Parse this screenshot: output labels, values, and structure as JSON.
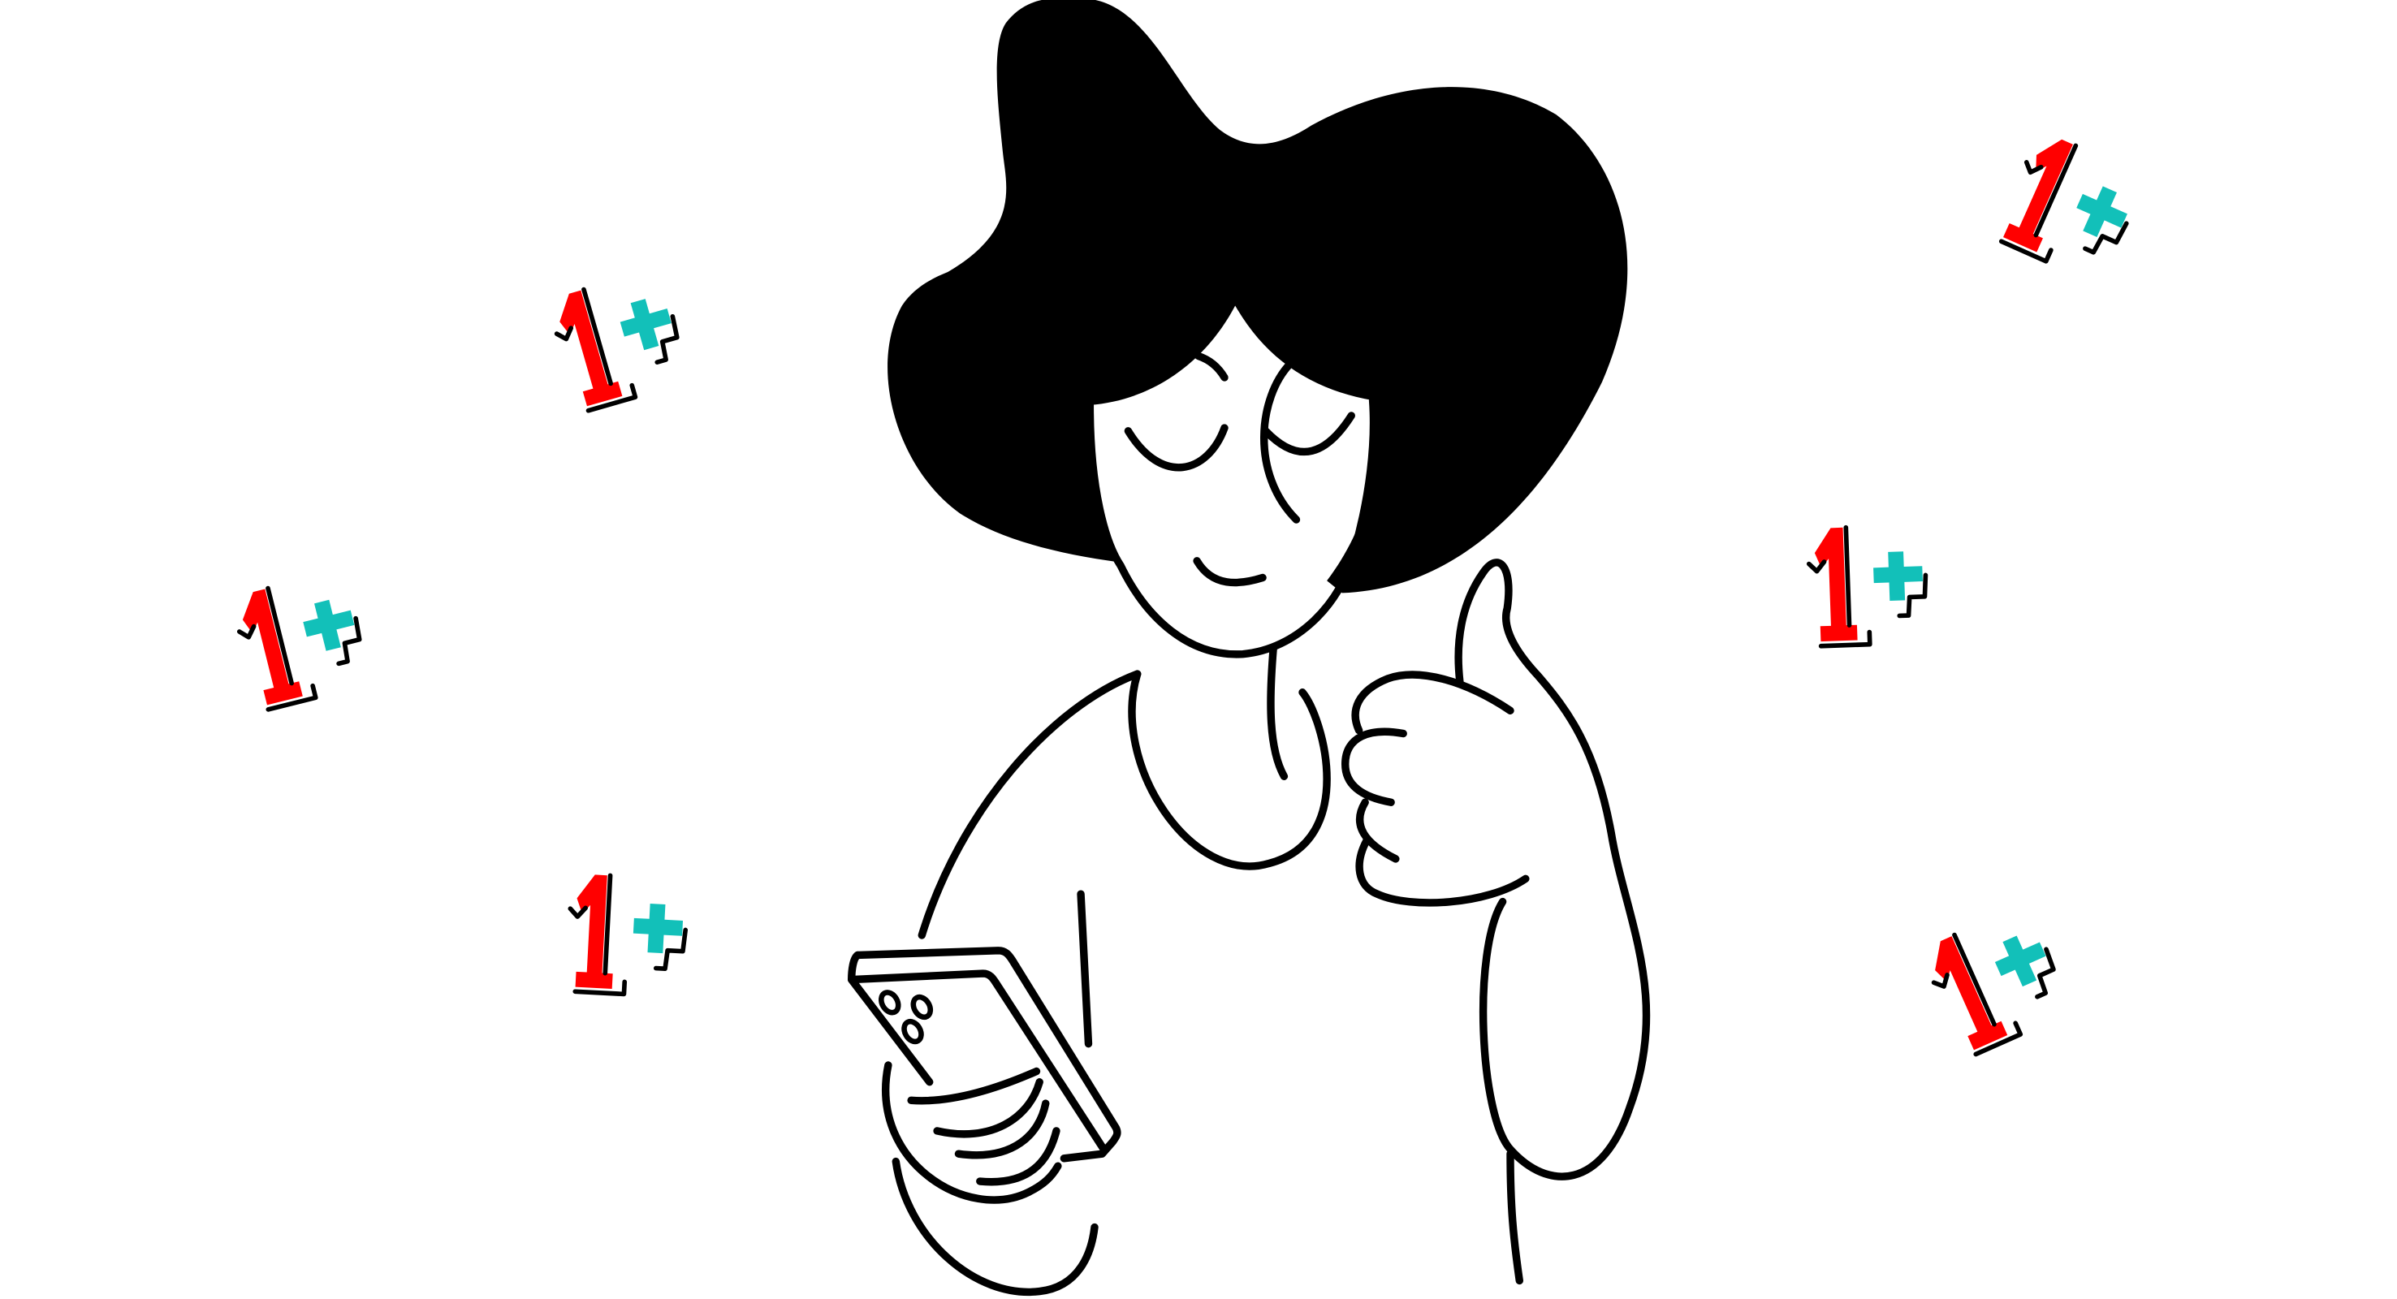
{
  "illustration": {
    "subject": "woman-holding-phone-thumbs-up",
    "colors": {
      "ink": "#000000",
      "accent_red": "#ff0000",
      "accent_teal": "#12c0b9",
      "background": "#ffffff"
    }
  },
  "badges": [
    {
      "text": "1+"
    },
    {
      "text": "1+"
    },
    {
      "text": "1+"
    },
    {
      "text": "1+"
    },
    {
      "text": "1+"
    },
    {
      "text": "1+"
    }
  ]
}
